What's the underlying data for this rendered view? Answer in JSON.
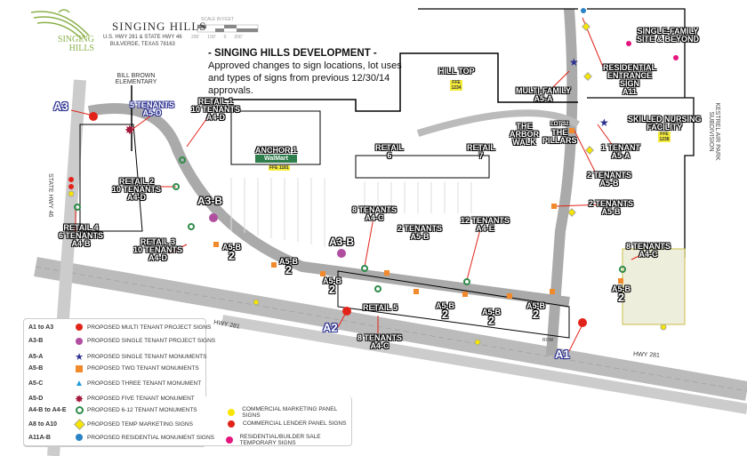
{
  "header": {
    "logo_text": "SINGING HILLS",
    "title": "SINGING HILLS",
    "address_line1": "U.S. HWY 281 & STATE HWY 46",
    "address_line2": "BULVERDE, TEXAS 78163",
    "scale_label": "SCALE IN FEET",
    "scale_ticks": [
      "200'",
      "100'",
      "0",
      "200'"
    ]
  },
  "note": {
    "title": "- SINGING HILLS DEVELOPMENT -",
    "body": "Approved changes to sign locations, lot uses and types of signs from previous 12/30/14 approvals."
  },
  "places": {
    "school": "BILL BROWN ELEMENTARY",
    "state_hwy": "STATE HWY 46",
    "hwy281_a": "HWY 281",
    "hwy281_b": "HWY 281",
    "kestrel": "KESTREL AIR PARK SUBDIVISION",
    "walmart": "WalMart",
    "row": "ROW"
  },
  "labels": {
    "a3": "A3",
    "a2": "A2",
    "a1": "A1",
    "a3b_1": "A3-B",
    "a3b_2": "A3-B",
    "five_tenants": [
      "5 TENANTS",
      "A5-D"
    ],
    "retail1": [
      "RETAIL 1",
      "10 TENANTS",
      "A4-D"
    ],
    "anchor1": "ANCHOR 1",
    "hilltop": "HILL TOP",
    "multifamily": [
      "MULTI-FAMILY",
      "A5-A"
    ],
    "residential": [
      "RESIDENTIAL",
      "ENTRANCE",
      "SIGN",
      "A11"
    ],
    "singlefamily": [
      "SINGLE-FAMILY",
      "SITE & BEYOND"
    ],
    "nursing": [
      "SKILLED NURSING",
      "FACILITY"
    ],
    "arbor": [
      "THE",
      "ARBOR",
      "WALK"
    ],
    "pillars": [
      "LOT 32",
      "THE",
      "PILLARS"
    ],
    "retail6": [
      "RETAIL",
      "6"
    ],
    "retail7": [
      "RETAIL",
      "7"
    ],
    "one_tenant": [
      "1 TENANT",
      "A5-A"
    ],
    "two_tenants_a": [
      "2 TENANTS",
      "A5-B"
    ],
    "two_tenants_b": [
      "2 TENANTS",
      "A5-B"
    ],
    "retail2": [
      "RETAIL 2",
      "10 TENANTS",
      "A4-D"
    ],
    "retail4": [
      "RETAIL 4",
      "6 TENANTS",
      "A4-B"
    ],
    "retail3": [
      "RETAIL 3",
      "10 TENANTS",
      "A4-D"
    ],
    "eight_a": [
      "8 TENANTS",
      "A4-C"
    ],
    "two_tenants_c": [
      "2 TENANTS",
      "A5-B"
    ],
    "twelve": [
      "12 TENANTS",
      "A4-E"
    ],
    "eight_b": [
      "8 TENANTS",
      "A4-C"
    ],
    "retail5": "RETAIL 5",
    "eight_c": [
      "8 TENANTS",
      "A4-C"
    ],
    "a5b2": [
      "A5-B",
      "2"
    ]
  },
  "ffe": {
    "hilltop": "FFE 1234",
    "walmart": "FFE 1181",
    "nursing": "FFE 1238"
  },
  "legend": [
    {
      "code": "A1 to A3",
      "text": "PROPOSED MULTI TENANT PROJECT SIGNS",
      "icon": "red-pentagon",
      "color": "#e2231a"
    },
    {
      "code": "A3-B",
      "text": "PROPOSED SINGLE TENANT PROJECT SIGNS",
      "icon": "purple-hexagon",
      "color": "#b04ea0"
    },
    {
      "code": "A5-A",
      "text": "PROPOSED SINGLE TENANT MONUMENTS",
      "icon": "blue-star",
      "color": "#2a2f8f"
    },
    {
      "code": "A5-B",
      "text": "PROPOSED TWO TENANT MONUMENTS",
      "icon": "orange-square",
      "color": "#f08a2c"
    },
    {
      "code": "A5-C",
      "text": "PROPOSED THREE TENANT MONUMENT",
      "icon": "blue-triangle",
      "color": "#1e9bd7"
    },
    {
      "code": "A5-D",
      "text": "PROPOSED FIVE TENANT MONUMENT",
      "icon": "maroon-burst",
      "color": "#a3173a"
    },
    {
      "code": "A4-B to A4-E",
      "text": "PROPOSED 6-12 TENANT MONUMENTS",
      "icon": "green-ring",
      "color": "#2e8b4a"
    },
    {
      "code": "A8 to A10",
      "text": "PROPOSED TEMP MARKETING SIGNS",
      "icon": "yellow-diamond",
      "color": "#f7e500"
    },
    {
      "code": "A11A-B",
      "text": "PROPOSED RESIDENTIAL MONUMENT SIGNS",
      "icon": "blue-octagon",
      "color": "#2b83c6"
    }
  ],
  "legend_right": [
    {
      "text": "COMMERCIAL MARKETING PANEL SIGNS",
      "icon": "yellow-dot",
      "color": "#f7e500"
    },
    {
      "text": "COMMERCIAL LENDER PANEL SIGNS",
      "icon": "red-dot",
      "color": "#e2231a"
    },
    {
      "text": "RESIDENTIAL/BUILDER SALE TEMPORARY SIGNS",
      "icon": "magenta-dot",
      "color": "#e4157c"
    }
  ]
}
